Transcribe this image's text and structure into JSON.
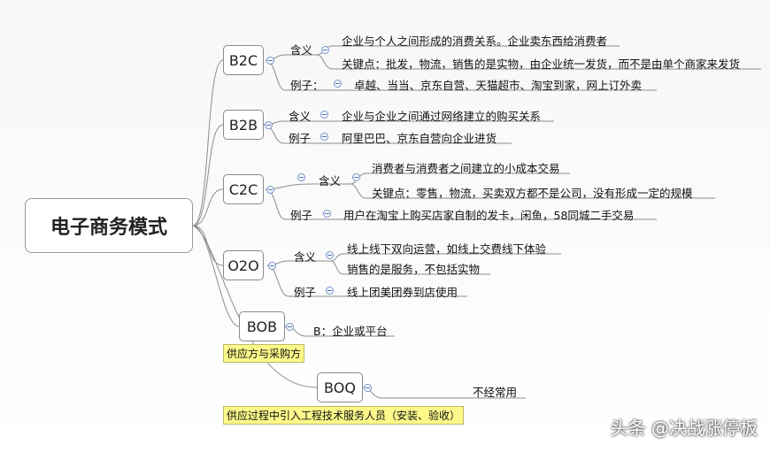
{
  "root": "电子商务模式",
  "branches": {
    "b2c": {
      "label": "B2C",
      "meaning_label": "含义",
      "meaning": [
        "企业与个人之间形成的消费关系。企业卖东西给消费者",
        "关键点：批发，物流，销售的是实物，由企业统一发货，而不是由单个商家来发货"
      ],
      "example_label": "例子：",
      "example": "卓越、当当、京东自营、天猫超市、淘宝到家，网上订外卖"
    },
    "b2b": {
      "label": "B2B",
      "meaning_label": "含义",
      "meaning": "企业与企业之间通过网络建立的购买关系",
      "example_label": "例子",
      "example": "阿里巴巴、京东自营向企业进货"
    },
    "c2c": {
      "label": "C2C",
      "meaning_label": "含义",
      "meaning": [
        "消费者与消费者之间建立的小成本交易",
        "关键点：零售，物流，买卖双方都不是公司，没有形成一定的规模"
      ],
      "example_label": "例子",
      "example": "用户在淘宝上购买店家自制的发卡，闲鱼，58同城二手交易"
    },
    "o2o": {
      "label": "O2O",
      "meaning_label": "含义",
      "meaning": [
        "线上线下双向运营，如线上交费线下体验",
        "销售的是服务，不包括实物"
      ],
      "example_label": "例子",
      "example": "线上团美团券到店使用"
    },
    "bob": {
      "label": "BOB",
      "child": "B：企业或平台",
      "note": "供应方与采购方"
    },
    "boq": {
      "label": "BOQ",
      "child": "不经常用",
      "note": "供应过程中引入工程技术服务人员（安装、验收）"
    }
  },
  "watermark": "头条 @决战涨停板"
}
